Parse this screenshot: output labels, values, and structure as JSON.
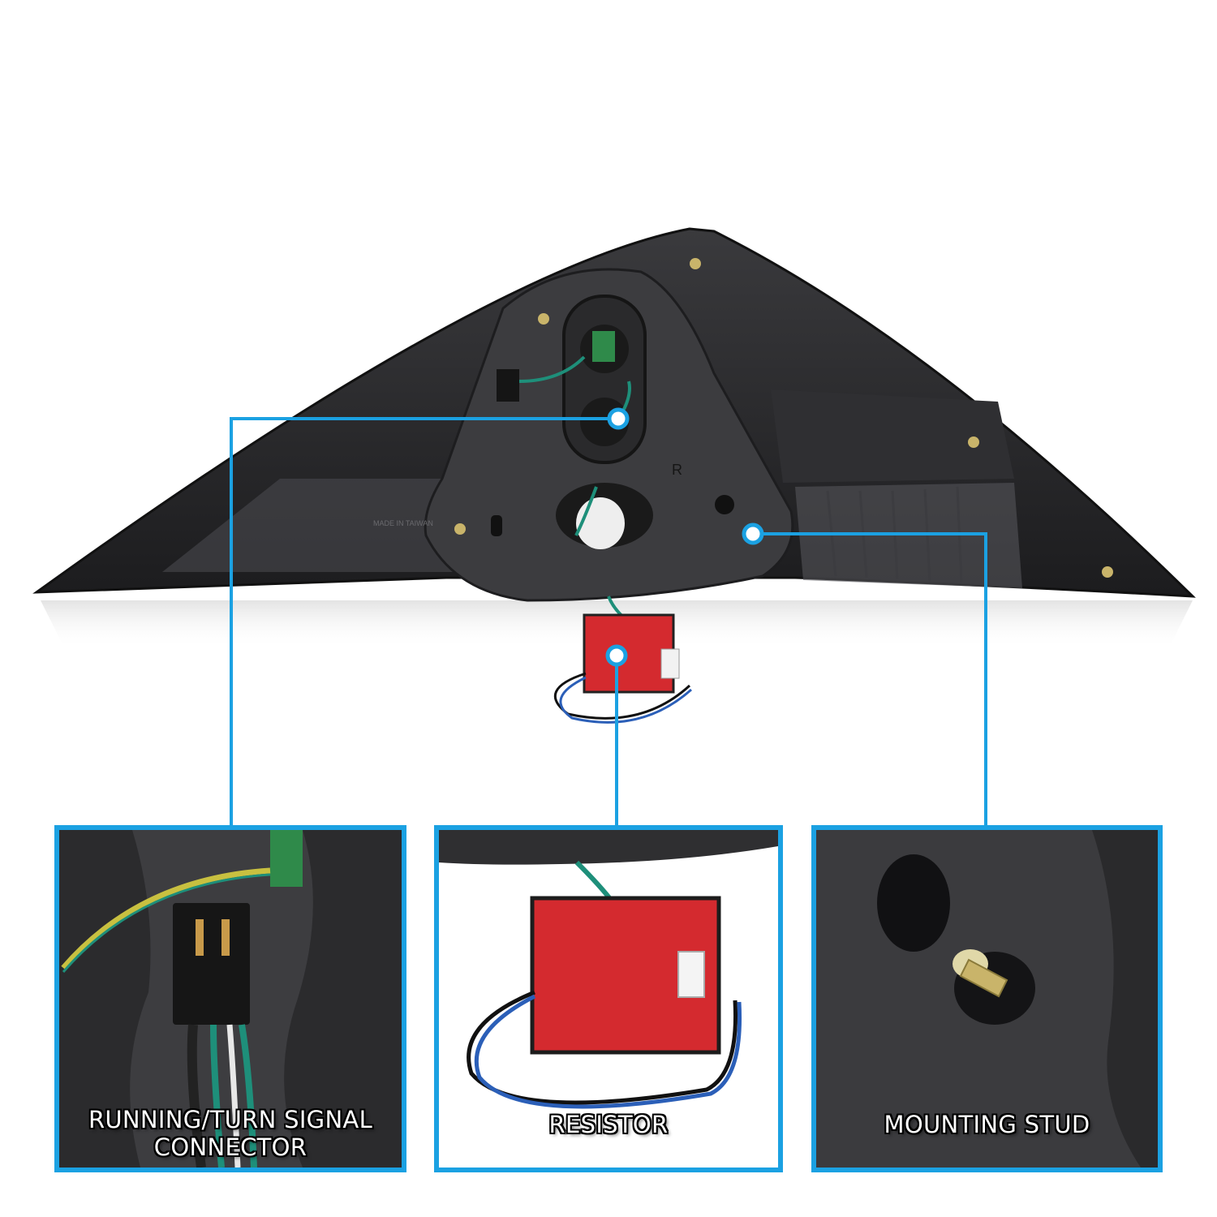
{
  "callouts": [
    {
      "id": "connector",
      "lines": [
        "RUNNING/TURN SIGNAL",
        "CONNECTOR"
      ]
    },
    {
      "id": "resistor",
      "lines": [
        "RESISTOR"
      ]
    },
    {
      "id": "mounting_stud",
      "lines": [
        "MOUNTING STUD"
      ]
    }
  ],
  "lamp_markings": {
    "side": "R",
    "origin": "MADE IN TAIWAN"
  },
  "colors": {
    "accent": "#1ba1e2",
    "housing": "#2a2a2c",
    "gasket": "#3a3a3c",
    "resistor_pad": "#d42a2f",
    "wire_green": "#1e8f7a",
    "wire_blue": "#2b5fb8"
  }
}
